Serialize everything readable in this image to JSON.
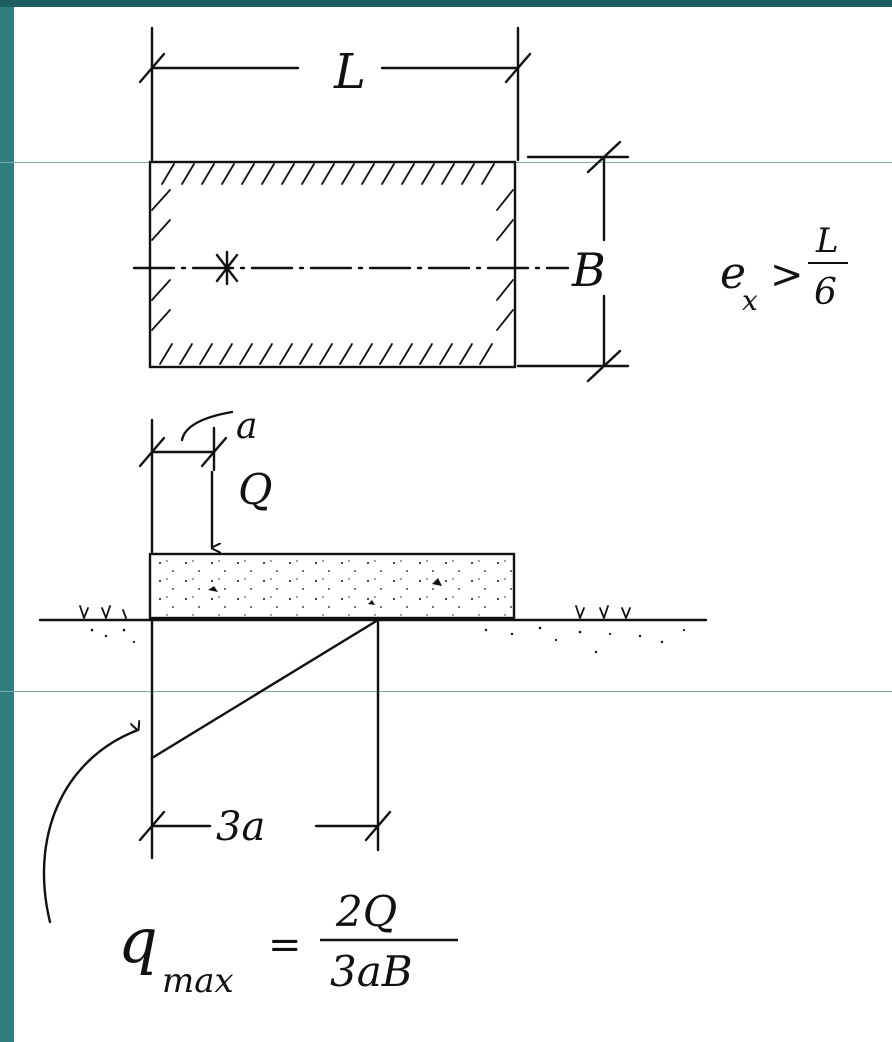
{
  "theme": {
    "side_bar_color": "#2f7f80",
    "top_bar_color": "#1f5f61",
    "rule_color": "#7fa7a7",
    "ink_color": "#111111"
  },
  "labels": {
    "length": "L",
    "width": "B",
    "eccentricity_symbol": "e",
    "eccentricity_subscript": "x",
    "greater_than": ">",
    "ratio_numerator": "L",
    "ratio_denominator": "6",
    "offset": "a",
    "load": "Q",
    "base_length": "3a",
    "q_symbol": "q",
    "q_subscript": "max",
    "equals": "=",
    "formula_numerator": "2Q",
    "formula_denominator": "3aB"
  }
}
